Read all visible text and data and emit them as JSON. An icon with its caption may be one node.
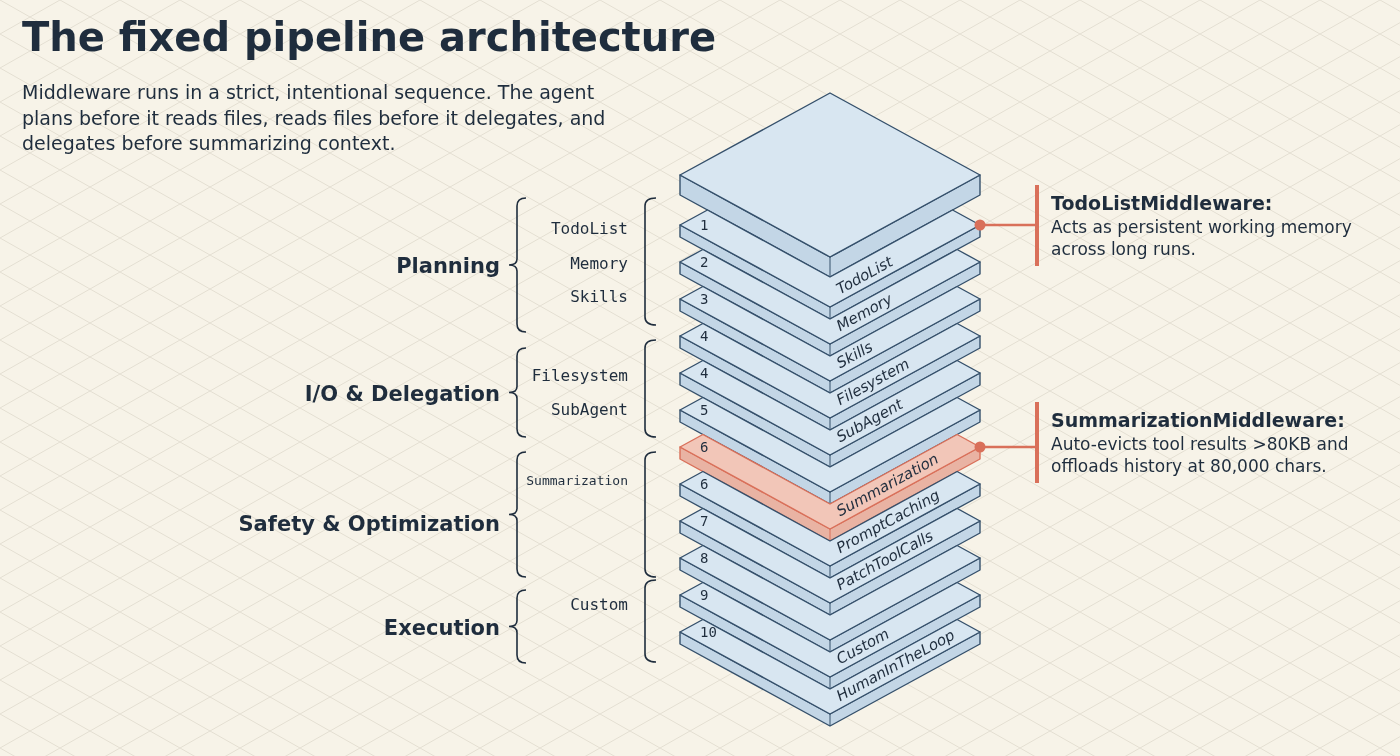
{
  "diagram": {
    "title": "The fixed pipeline architecture",
    "caption": "Middleware runs in a strict, intentional sequence. The agent plans before it reads files, reads files before it delegates, and delegates before summarizing context.",
    "nodes": [
      {
        "text": [],
        "shape": "box"
      },
      {
        "text": [
          "1",
          "TodoList"
        ]
      },
      {
        "text": [
          "2",
          "Memory"
        ]
      },
      {
        "text": [
          "3",
          "Skills"
        ]
      },
      {
        "text": [
          "4",
          "Filesystem"
        ]
      },
      {
        "text": [
          "4",
          "SubAgent"
        ]
      },
      {
        "text": [
          "5"
        ]
      },
      {
        "text": [
          "6",
          "Summarization"
        ]
      },
      {
        "text": [
          "6",
          "PromptCaching"
        ]
      },
      {
        "text": [
          "7",
          "PatchToolCalls"
        ]
      },
      {
        "text": [
          "8"
        ]
      },
      {
        "text": [
          "9",
          "Custom"
        ]
      },
      {
        "text": [
          "10",
          "HumanInTheLoop"
        ]
      },
      {
        "text": [
          "TodoListMiddleware:",
          "Acts as persistent working memory across long runs."
        ]
      },
      {
        "text": [
          "SummarizationMiddleware:",
          "Auto-evicts tool results >80KB and offloads history at 80,000 chars."
        ]
      }
    ],
    "edges": [
      {
        "from": 13,
        "to": 1,
        "arrow": "other"
      },
      {
        "from": 14,
        "to": 7,
        "arrow": "other"
      }
    ],
    "labels": [
      "Planning",
      "TodoList",
      "Memory",
      "Skills",
      "I/O & Delegation",
      "Filesystem",
      "SubAgent",
      "Safety & Optimization",
      "Summarization",
      "Execution",
      "Custom"
    ]
  }
}
